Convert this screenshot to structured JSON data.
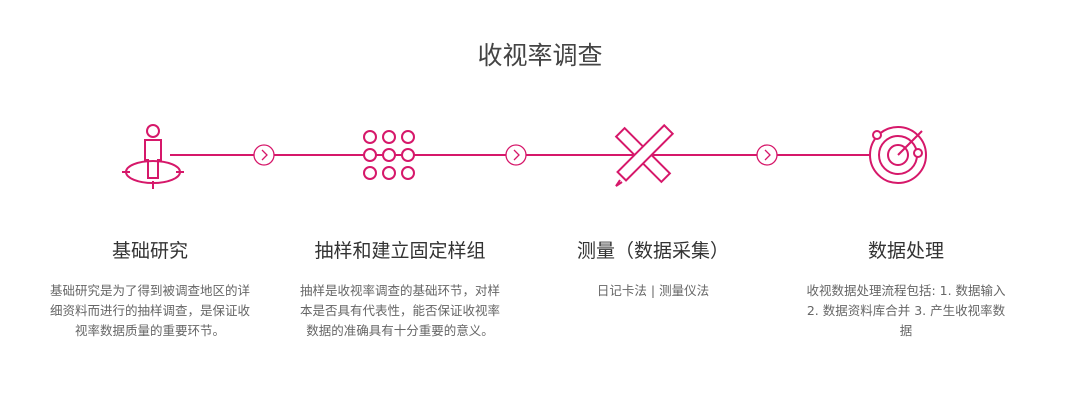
{
  "title": "收视率调查",
  "accent": "#d6186a",
  "steps": [
    {
      "icon": "person-target-icon",
      "title": "基础研究",
      "desc": "基础研究是为了得到被调查地区的详细资料而进行的抽样调查，是保证收视率数据质量的重要环节。"
    },
    {
      "icon": "dots-grid-icon",
      "title": "抽样和建立固定样组",
      "desc": "抽样是收视率调查的基础环节，对样本是否具有代表性，能否保证收视率数据的准确具有十分重要的意义。"
    },
    {
      "icon": "pencil-ruler-icon",
      "title": "测量（数据采集）",
      "desc": "日记卡法 | 测量仪法"
    },
    {
      "icon": "radar-icon",
      "title": "数据处理",
      "desc": "收视数据处理流程包括: 1. 数据输入 2. 数据资料库合并 3. 产生收视率数据"
    }
  ]
}
